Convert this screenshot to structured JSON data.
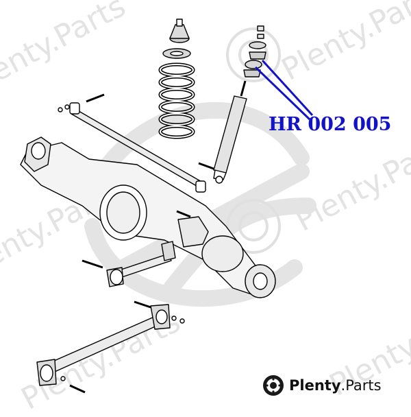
{
  "diagram": {
    "part_number": "HR 002 005",
    "callout_color": "#1212c8"
  },
  "watermark": {
    "text": "Plenty.Parts",
    "color": "#e3e3e3"
  },
  "branding": {
    "name": "Plenty",
    "separator": ".",
    "suffix": "Parts"
  }
}
